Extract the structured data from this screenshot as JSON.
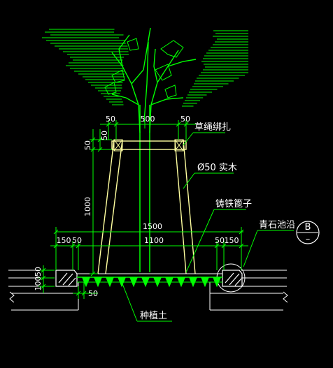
{
  "dimensions": {
    "d_left_50_top": "50",
    "d_500_top": "500",
    "d_right_50_top": "50",
    "d_vert_50_a": "50",
    "d_vert_50_b": "50",
    "d_vert_1000": "1000",
    "d_1500": "1500",
    "d_1100": "1100",
    "d_150_left": "150",
    "d_50_left": "50",
    "d_50_right": "50",
    "d_150_right": "150",
    "d_vert_50_base": "50",
    "d_vert_100": "100",
    "d_50_bottom": "50"
  },
  "labels": {
    "straw_rope": "草绳绑扎",
    "solid_wood": "Ø50 实木",
    "cast_iron_grate": "铸铁篦子",
    "bluestone_curb": "青石池沿",
    "planting_soil": "种植土"
  },
  "section_marker": {
    "letter": "B",
    "sub": "–"
  },
  "colors": {
    "background": "#000000",
    "tree": "#00ff00",
    "stakes": "#ffff99",
    "dimension_lines": "#00ff00",
    "text": "#ffffff",
    "grate": "#00ff00",
    "curb": "#ffffff"
  }
}
